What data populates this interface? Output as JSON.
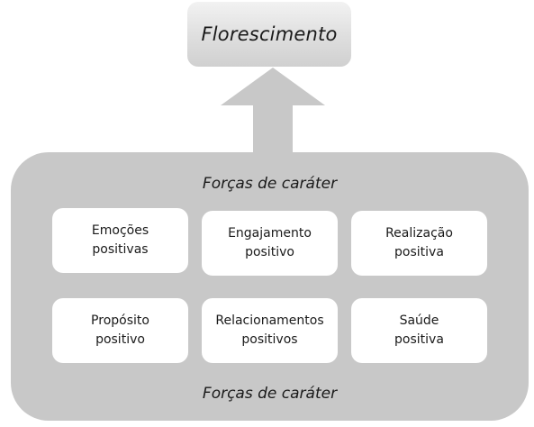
{
  "diagram": {
    "top_box": {
      "title": "Florescimento"
    },
    "panel": {
      "caption_top": "Forças de caráter",
      "caption_bottom": "Forças de caráter",
      "cards": [
        {
          "line1": "Emoções",
          "line2": "positivas"
        },
        {
          "line1": "Engajamento",
          "line2": "positivo"
        },
        {
          "line1": "Realização",
          "line2": "positiva"
        },
        {
          "line1": "Propósito",
          "line2": "positivo"
        },
        {
          "line1": "Relacionamentos",
          "line2": "positivos"
        },
        {
          "line1": "Saúde",
          "line2": "positiva"
        }
      ]
    },
    "colors": {
      "panel": "#c8c8c8",
      "arrow": "#c8c8c8",
      "card": "#ffffff",
      "text": "#1a1a1a"
    }
  }
}
